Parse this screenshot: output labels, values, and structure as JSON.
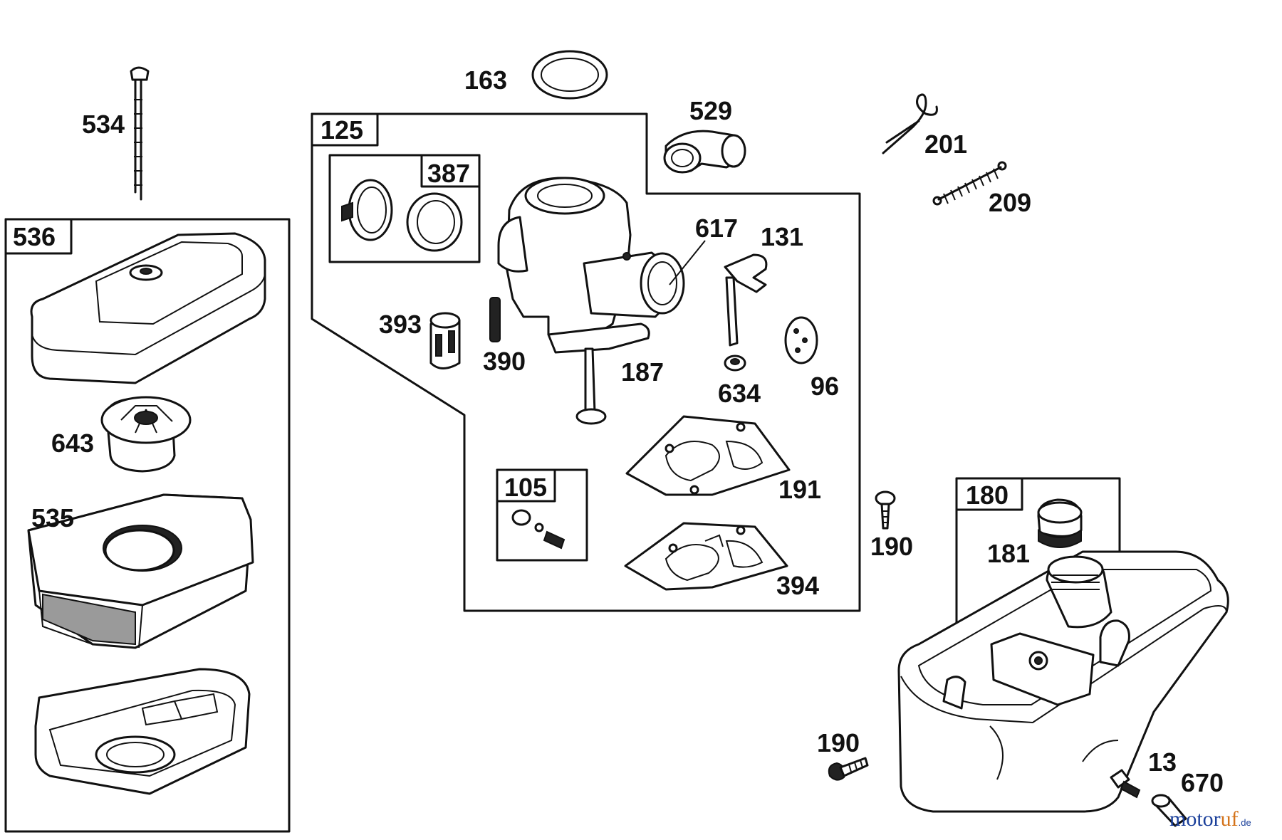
{
  "groups": {
    "air_cleaner": "536",
    "carburetor": "125",
    "repair_kit": "387",
    "float_kit": "105",
    "fuel_tank": "180"
  },
  "parts": {
    "p534": "534",
    "p163": "163",
    "p529": "529",
    "p201": "201",
    "p209": "209",
    "p617": "617",
    "p131": "131",
    "p393": "393",
    "p390": "390",
    "p187": "187",
    "p634": "634",
    "p96": "96",
    "p191": "191",
    "p394": "394",
    "p643": "643",
    "p535": "535",
    "p190a": "190",
    "p181": "181",
    "p190b": "190",
    "p13": "13",
    "p670": "670"
  },
  "watermark": {
    "brand_a": "motor",
    "brand_b": "uf",
    "tld": ".de"
  }
}
